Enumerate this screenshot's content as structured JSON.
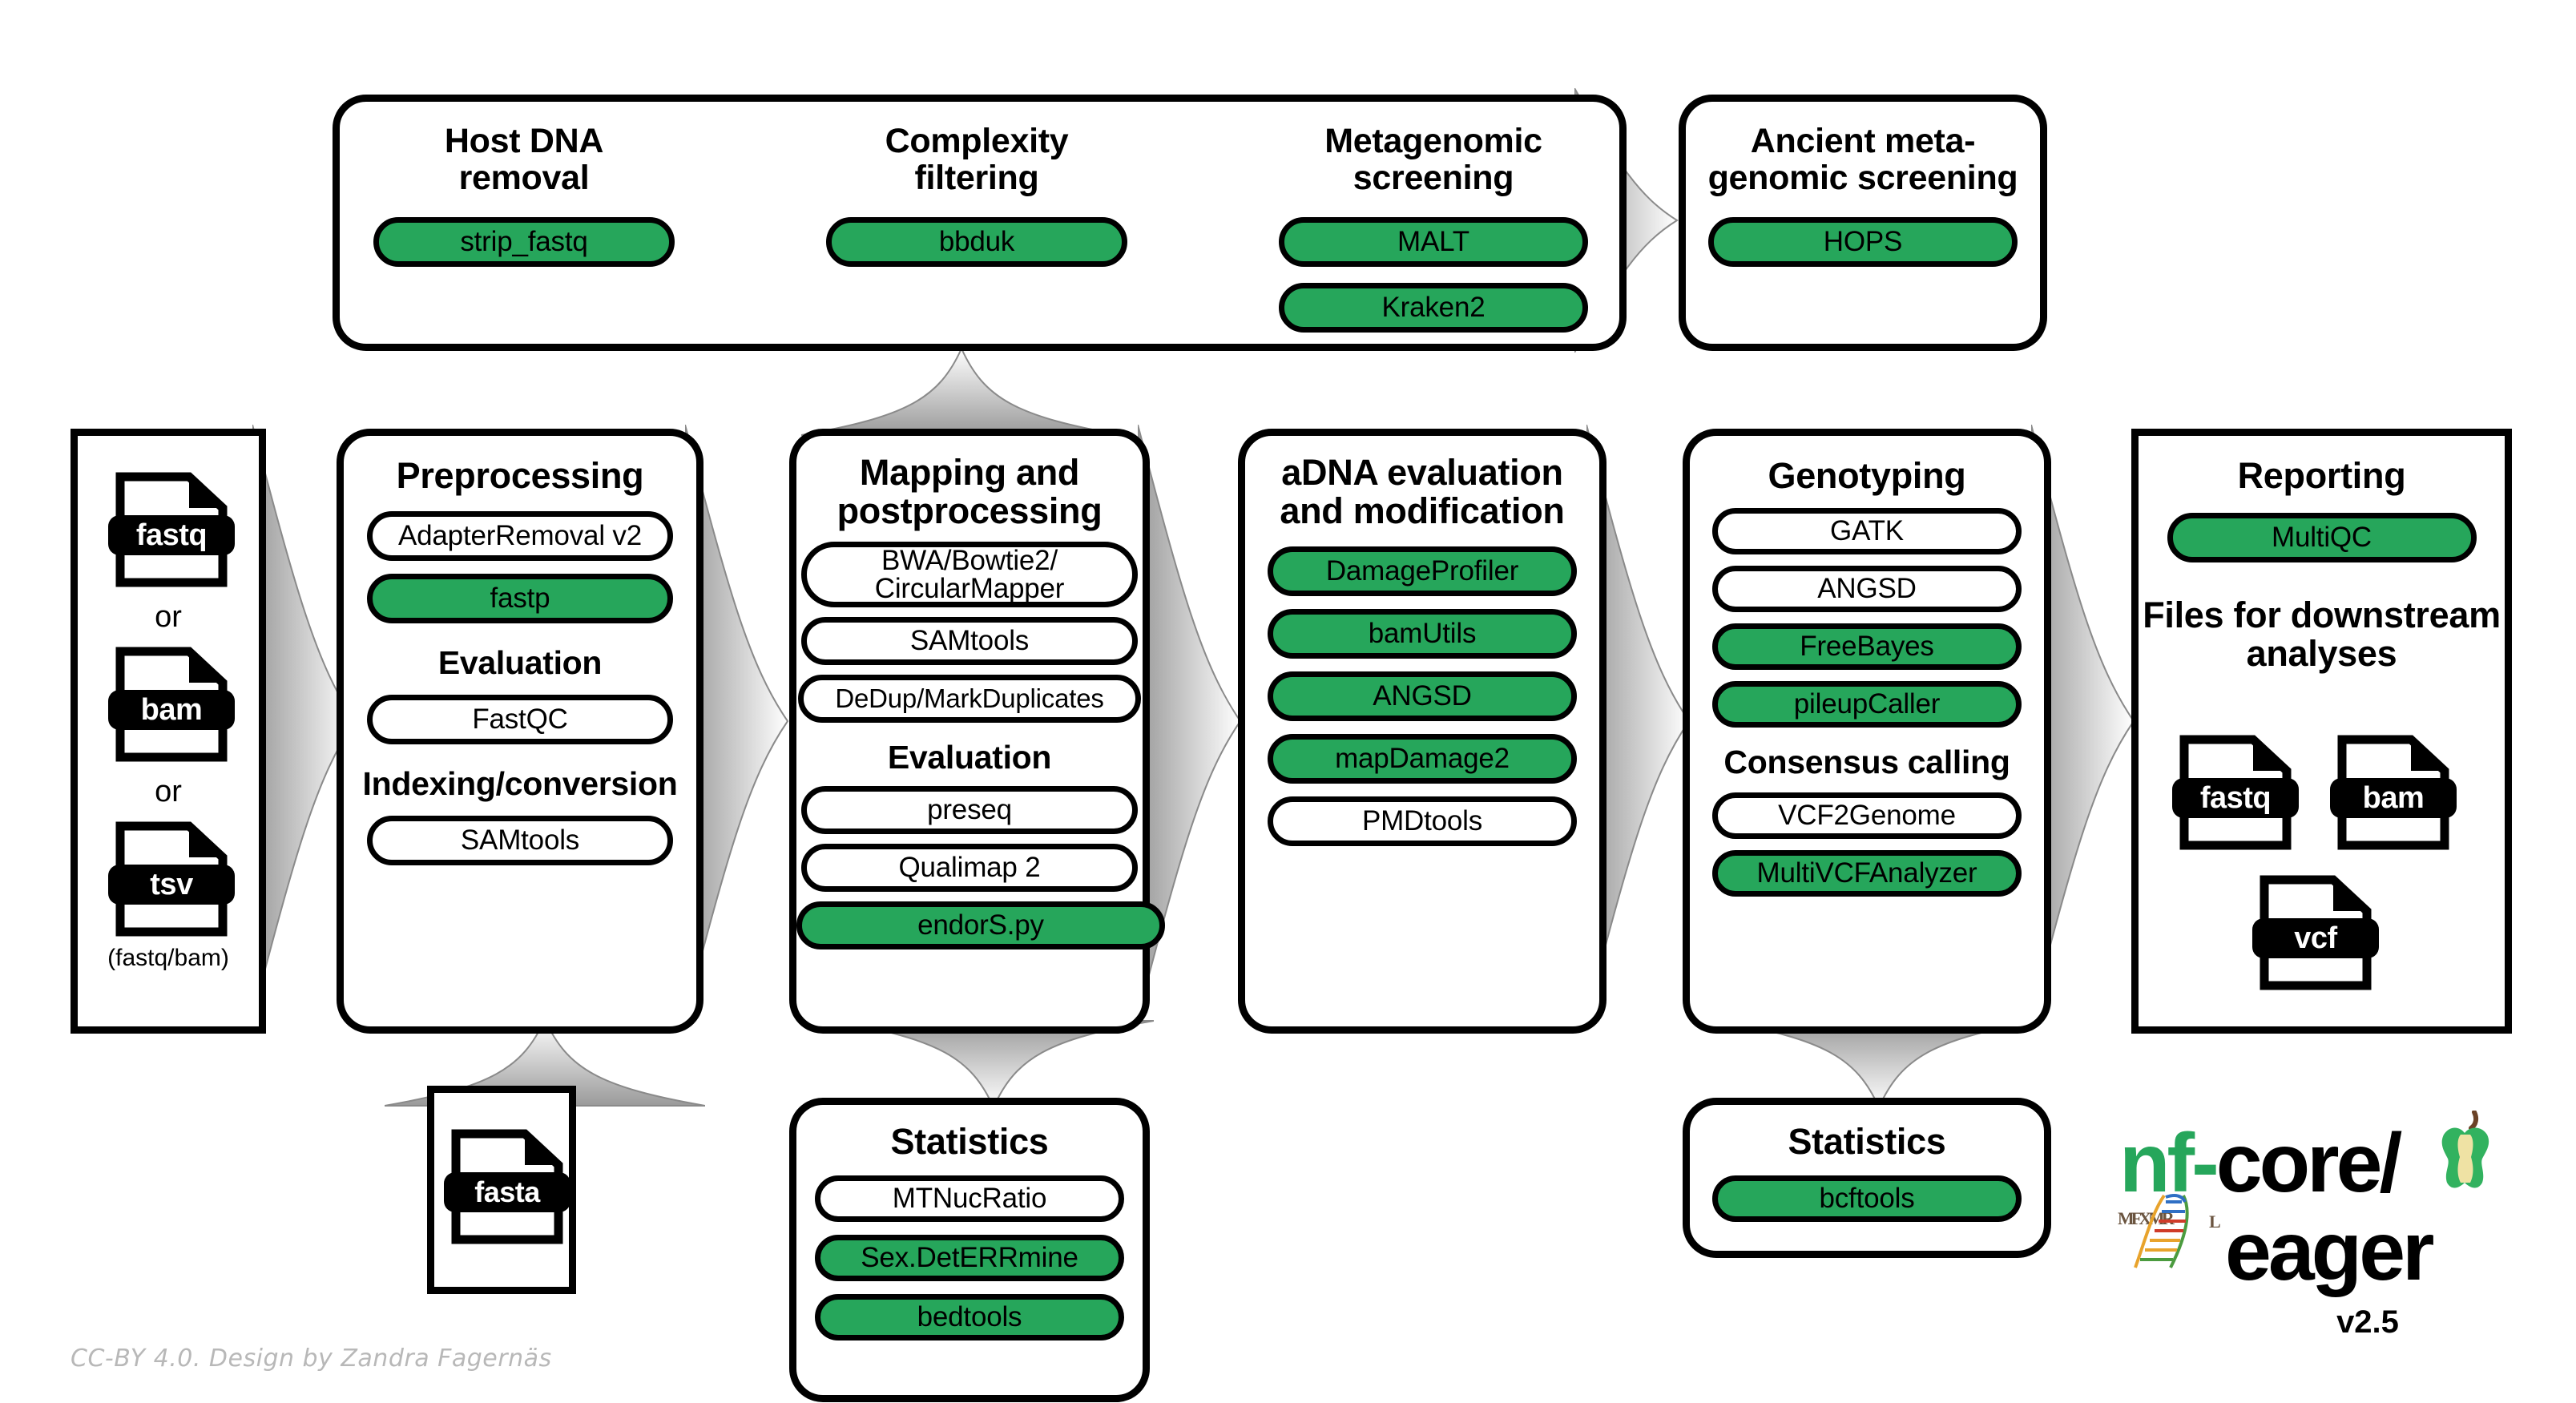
{
  "figure": {
    "credit": "CC-BY 4.0. Design by Zandra Fagernäs"
  },
  "logo": {
    "prefix": "nf-",
    "suffix": "core/",
    "name": "eager",
    "version": "v2.5"
  },
  "input_box": {
    "files": [
      "fastq",
      "bam",
      "tsv"
    ],
    "or_1": "or",
    "or_2": "or",
    "note": "(fastq/bam)"
  },
  "screening_box": {
    "groups": [
      {
        "title": "Host DNA\nremoval",
        "tools": [
          {
            "label": "strip_fastq",
            "highlight": true
          }
        ]
      },
      {
        "title": "Complexity\nfiltering",
        "tools": [
          {
            "label": "bbduk",
            "highlight": true
          }
        ]
      },
      {
        "title": "Metagenomic\nscreening",
        "tools": [
          {
            "label": "MALT",
            "highlight": true
          },
          {
            "label": "Kraken2",
            "highlight": true
          }
        ]
      }
    ]
  },
  "ancient_box": {
    "title": "Ancient meta-\ngenomic screening",
    "tools": [
      {
        "label": "HOPS",
        "highlight": true
      }
    ]
  },
  "preprocessing_box": {
    "title": "Preprocessing",
    "tools": [
      {
        "label": "AdapterRemoval v2",
        "highlight": false
      },
      {
        "label": "fastp",
        "highlight": true
      }
    ],
    "sub1": "Evaluation",
    "sub1_tools": [
      {
        "label": "FastQC",
        "highlight": false
      }
    ],
    "sub2": "Indexing/conversion",
    "sub2_tools": [
      {
        "label": "SAMtools",
        "highlight": false
      }
    ]
  },
  "mapping_box": {
    "title": "Mapping and\npostprocessing",
    "tools": [
      {
        "label": "BWA/Bowtie2/\nCircularMapper",
        "highlight": false
      },
      {
        "label": "SAMtools",
        "highlight": false
      },
      {
        "label": "DeDup/MarkDuplicates",
        "highlight": false
      }
    ],
    "sub1": "Evaluation",
    "sub1_tools": [
      {
        "label": "preseq",
        "highlight": false
      },
      {
        "label": "Qualimap 2",
        "highlight": false
      },
      {
        "label": "endorS.py",
        "highlight": true
      }
    ]
  },
  "adna_box": {
    "title": "aDNA evaluation\nand modification",
    "tools": [
      {
        "label": "DamageProfiler",
        "highlight": true
      },
      {
        "label": "bamUtils",
        "highlight": true
      },
      {
        "label": "ANGSD",
        "highlight": true
      },
      {
        "label": "mapDamage2",
        "highlight": true
      },
      {
        "label": "PMDtools",
        "highlight": false
      }
    ]
  },
  "genotyping_box": {
    "title": "Genotyping",
    "tools": [
      {
        "label": "GATK",
        "highlight": false
      },
      {
        "label": "ANGSD",
        "highlight": false
      },
      {
        "label": "FreeBayes",
        "highlight": true
      },
      {
        "label": "pileupCaller",
        "highlight": true
      }
    ],
    "sub1": "Consensus calling",
    "sub1_tools": [
      {
        "label": "VCF2Genome",
        "highlight": false
      },
      {
        "label": "MultiVCFAnalyzer",
        "highlight": true
      }
    ]
  },
  "reporting_box": {
    "title": "Reporting",
    "tools": [
      {
        "label": "MultiQC",
        "highlight": true
      }
    ],
    "sub1": "Files for downstream\nanalyses",
    "files": [
      "fastq",
      "bam",
      "vcf"
    ]
  },
  "fasta_box": {
    "file": "fasta"
  },
  "stats_left_box": {
    "title": "Statistics",
    "tools": [
      {
        "label": "MTNucRatio",
        "highlight": false
      },
      {
        "label": "Sex.DetERRmine",
        "highlight": true
      },
      {
        "label": "bedtools",
        "highlight": true
      }
    ]
  },
  "stats_right_box": {
    "title": "Statistics",
    "tools": [
      {
        "label": "bcftools",
        "highlight": true
      }
    ]
  },
  "colors": {
    "highlight_green": "#26a65b",
    "logo_green": "#26a65b",
    "outline": "#000000",
    "credit_gray": "#b8b8b8"
  }
}
